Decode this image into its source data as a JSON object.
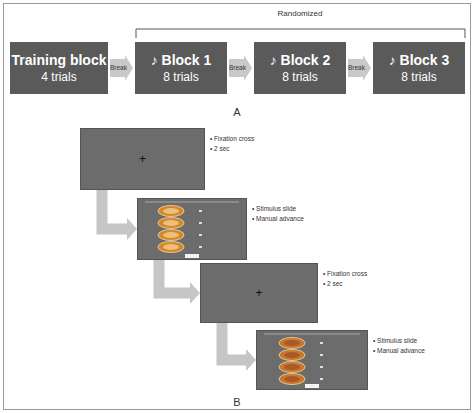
{
  "diagram": {
    "nodes": [
      {
        "text": [
          "Training block",
          "4 trials"
        ]
      },
      {
        "text": [
          "♪ Block 1",
          "8 trials"
        ]
      },
      {
        "text": [
          "♪ Block 2",
          "8 trials"
        ]
      },
      {
        "text": [
          "♪ Block 3",
          "8 trials"
        ]
      },
      {
        "text": [
          "+",
          "• Fixation cross",
          "• 2 sec"
        ]
      },
      {
        "text": [
          "• Stimulus slide",
          "• Manual advance"
        ]
      },
      {
        "text": [
          "+",
          "• Fixation cross",
          "• 2 sec"
        ]
      },
      {
        "text": [
          "• Stimulus slide",
          "• Manual advance"
        ]
      }
    ],
    "edges": [
      {
        "from": 0,
        "to": 1,
        "label": "Break",
        "arrow": "to"
      },
      {
        "from": 1,
        "to": 2,
        "label": "Break",
        "arrow": "to"
      },
      {
        "from": 2,
        "to": 3,
        "label": "Break",
        "arrow": "to"
      },
      {
        "from": 4,
        "to": 5,
        "arrow": "to"
      },
      {
        "from": 5,
        "to": 6,
        "arrow": "to"
      },
      {
        "from": 6,
        "to": 7,
        "arrow": "to"
      }
    ],
    "labels": [
      "Randomized",
      "A",
      "B"
    ]
  }
}
